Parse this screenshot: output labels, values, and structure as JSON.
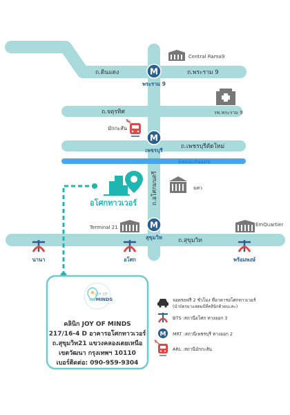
{
  "colors": {
    "road": "#a9dbdc",
    "canal": "#4aa6ec",
    "brand": "#1fb6b2",
    "station_blue": "#2c5f8e",
    "bts_red": "#e04848",
    "card_border": "#6ccccc",
    "dash": "#1fb6b2"
  },
  "roads": {
    "din_daeng": "ถ.ดินแดง",
    "rama9": "ถ.พระราม 9",
    "chaturathit": "ถ.จตุรทิศ",
    "phetchaburi": "ถ.เพชรบุรีตัดใหม่",
    "canal": "คลองแสนแสบ",
    "asok": "ถ.อโศกมนตรี",
    "sukhumvit": "ถ.สุขุมวิท"
  },
  "stations": {
    "mrt_rama9": "พระราม 9",
    "mrt_phetchaburi": "เพชรบุรี",
    "mrt_sukhumvit": "สุขุมวิท",
    "bts_nana": "นานา",
    "bts_asok": "อโศก",
    "bts_phrom": "พร้อมพงษ์",
    "arl_makkasan": "มักกะสัน"
  },
  "places": {
    "central_rama9": "Central Rama9",
    "rama9_hospital": "รพ.พระราม 9",
    "swu": "มศว",
    "terminal21": "Terminal 21",
    "emquartier": "EmQuartier",
    "asok_tower": "อโศกทาวเวอร์"
  },
  "legend": {
    "parking": "จอดรถฟรี 2 ชั่วโมง ที่อาคารอโศกทาวเวอร์",
    "parking_note": "(นำบัตรมาแสตมป์ที่คลินิกด้วยนะคะ)",
    "bts": "BTS :สถานีอโศก ทางออก 3",
    "mrt": "MRT :สถานีเพชรบุรี ทางออก 2",
    "arl": "ARL :สถานีมักกะสัน"
  },
  "clinic": {
    "logo_line1": "JOY OF",
    "logo_line2": "MINDS",
    "line1": "คลินิก JOY OF MINDS",
    "line2": "217/16-4 D อาคารอโศกทาวเวอร์",
    "line3": "ถ.สุขุมวิท21 แขวงคลองเตยเหนือ",
    "line4": "เขตวัฒนา กรุงเทพฯ 10110",
    "line5": "เบอร์ติดต่อ: 090-959-9304"
  }
}
